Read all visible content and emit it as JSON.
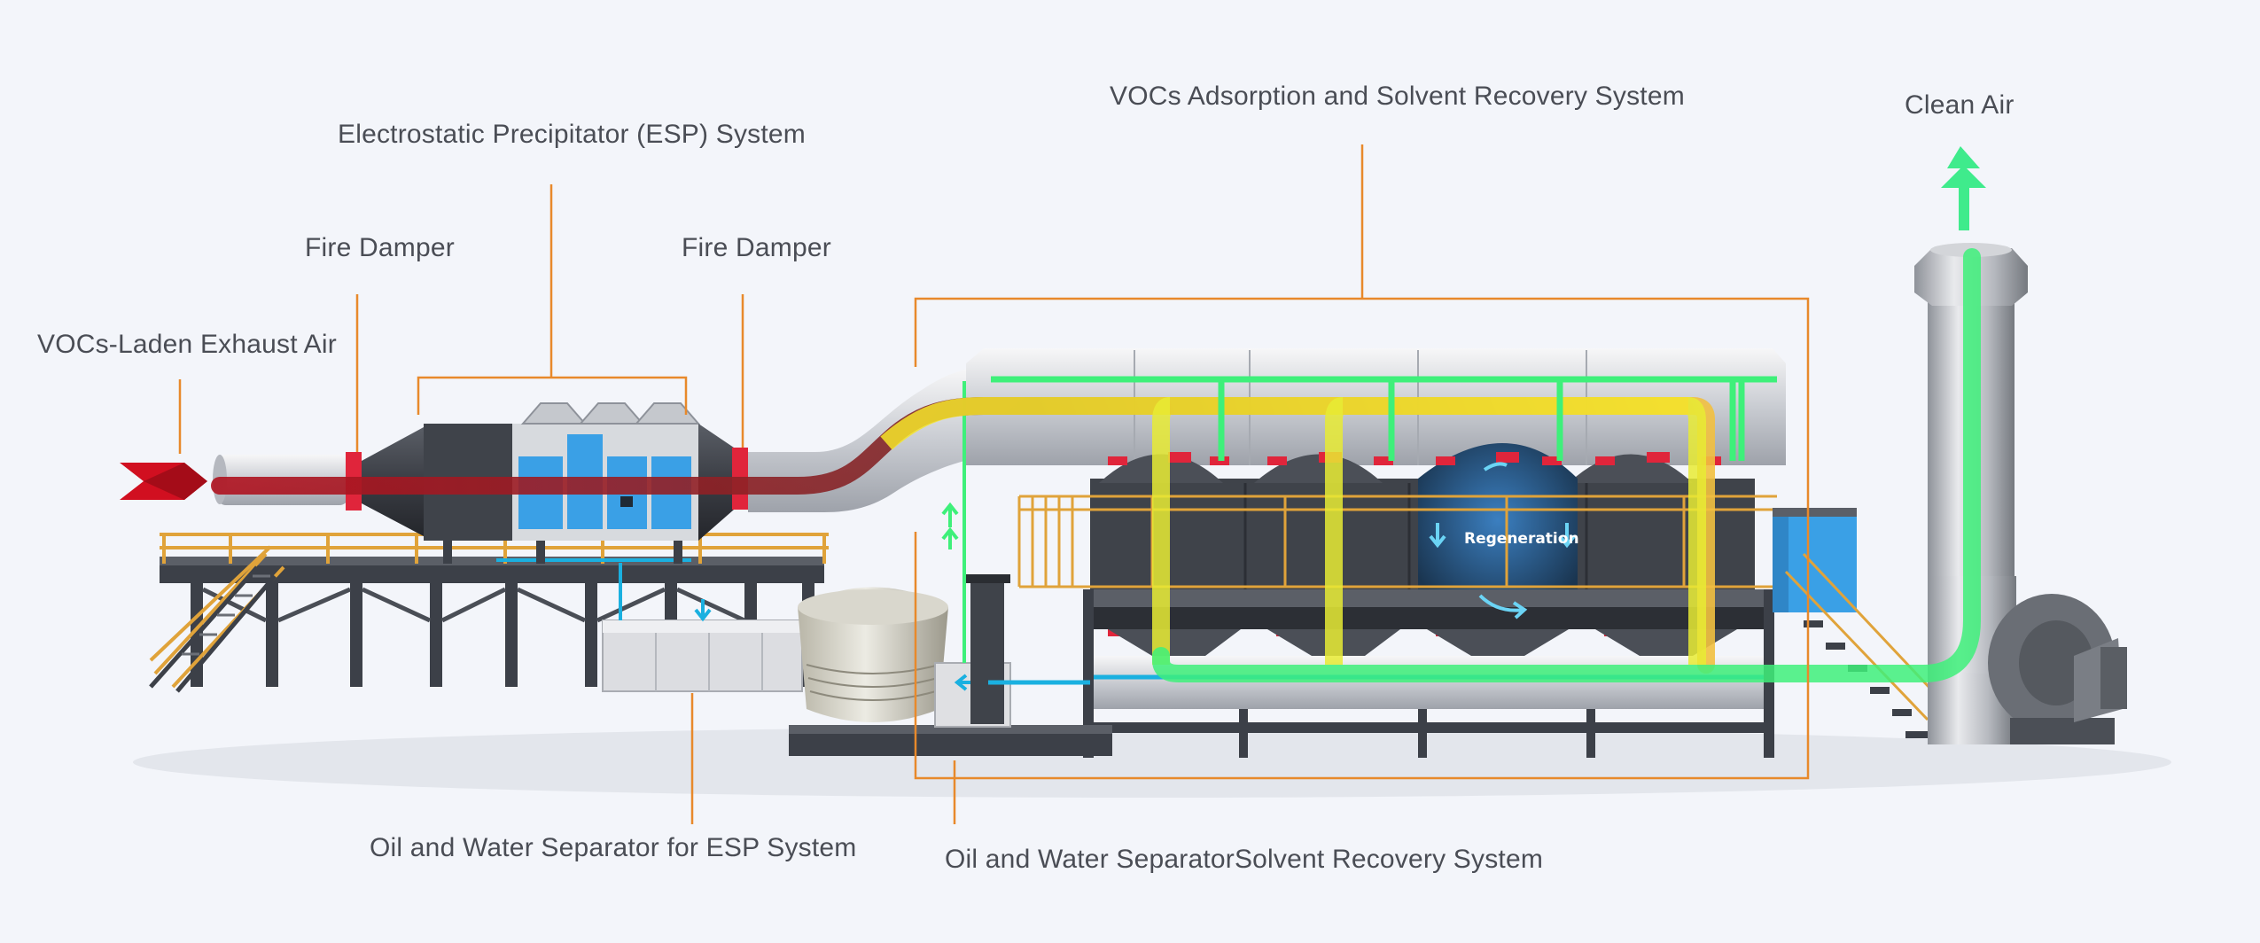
{
  "labels": {
    "exhaust_air": "VOCs-Laden Exhaust Air",
    "fire_damper_left": "Fire Damper",
    "esp_system": "Electrostatic Precipitator (ESP) System",
    "fire_damper_right": "Fire Damper",
    "vocs_system": "VOCs Adsorption and Solvent Recovery System",
    "clean_air": "Clean Air",
    "oil_water_esp": "Oil and Water Separator for ESP System",
    "oil_water_solvent": "Oil and Water SeparatorSolvent Recovery System",
    "regeneration": "Regeneration"
  },
  "colors": {
    "callout_line": "#e8892b",
    "inlet_arrow": "#d10f20",
    "contaminated_flow": "#f5e52a",
    "clean_flow": "#3ef07a",
    "esp_panels": "#3aa0e6",
    "damper": "#e0253b",
    "frame": "#3c4048",
    "railing": "#e0a33a",
    "water_pipe": "#1ab0e0"
  }
}
